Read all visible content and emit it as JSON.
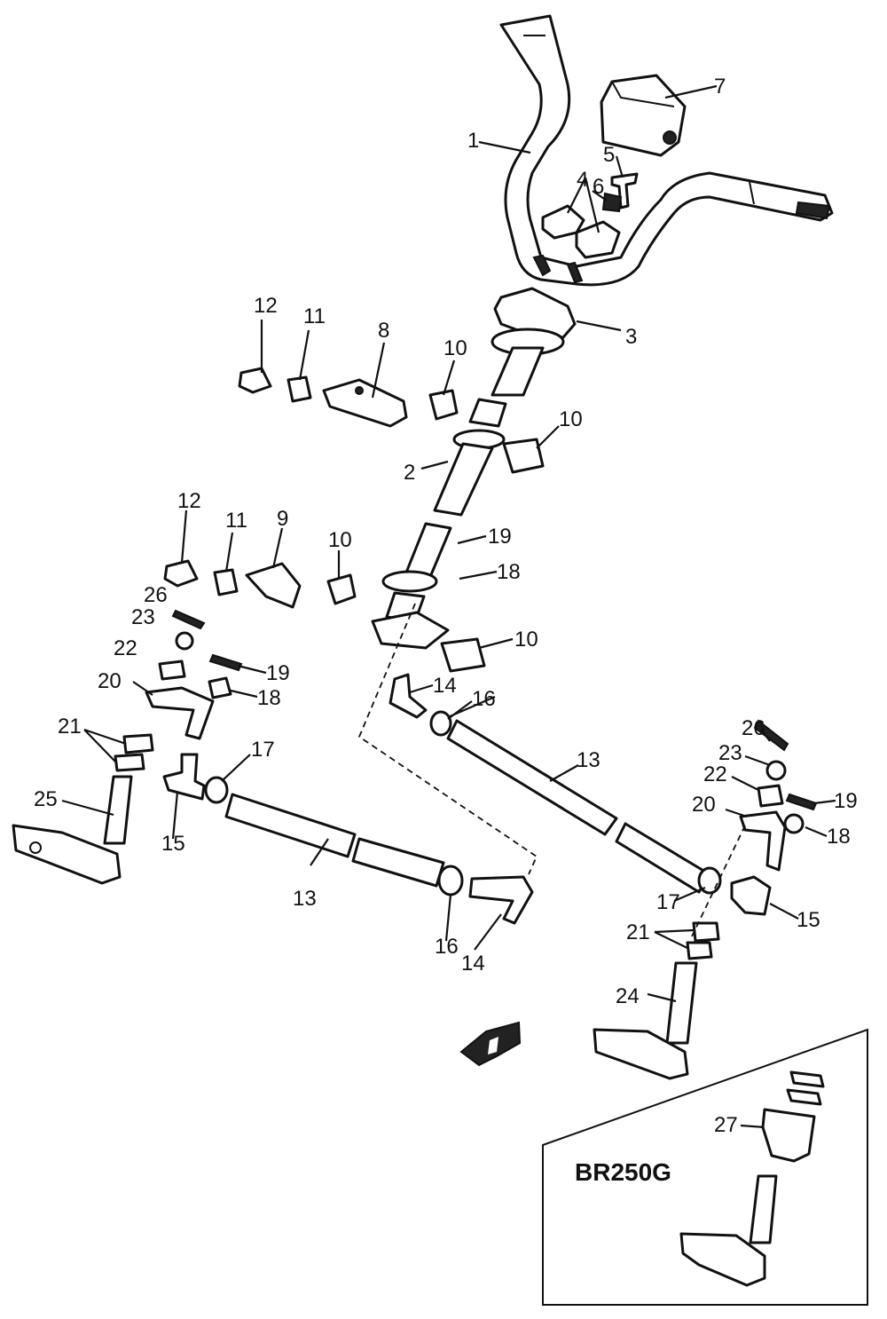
{
  "inset": {
    "title": "BR250G"
  },
  "callouts": {
    "c1": "1",
    "c2": "2",
    "c3": "3",
    "c4": "4",
    "c5": "5",
    "c6": "6",
    "c7": "7",
    "c8": "8",
    "c9": "9",
    "c10a": "10",
    "c10b": "10",
    "c10c": "10",
    "c10d": "10",
    "c11a": "11",
    "c11b": "11",
    "c12a": "12",
    "c12b": "12",
    "c13a": "13",
    "c13b": "13",
    "c14a": "14",
    "c14b": "14",
    "c15a": "15",
    "c15b": "15",
    "c16a": "16",
    "c16b": "16",
    "c17a": "17",
    "c17b": "17",
    "c18a": "18",
    "c18b": "18",
    "c18c": "18",
    "c19a": "19",
    "c19b": "19",
    "c19c": "19",
    "c20a": "20",
    "c20b": "20",
    "c21a": "21",
    "c21b": "21",
    "c22a": "22",
    "c22b": "22",
    "c23a": "23",
    "c23b": "23",
    "c24": "24",
    "c25": "25",
    "c26a": "26",
    "c26b": "26",
    "c27": "27"
  }
}
